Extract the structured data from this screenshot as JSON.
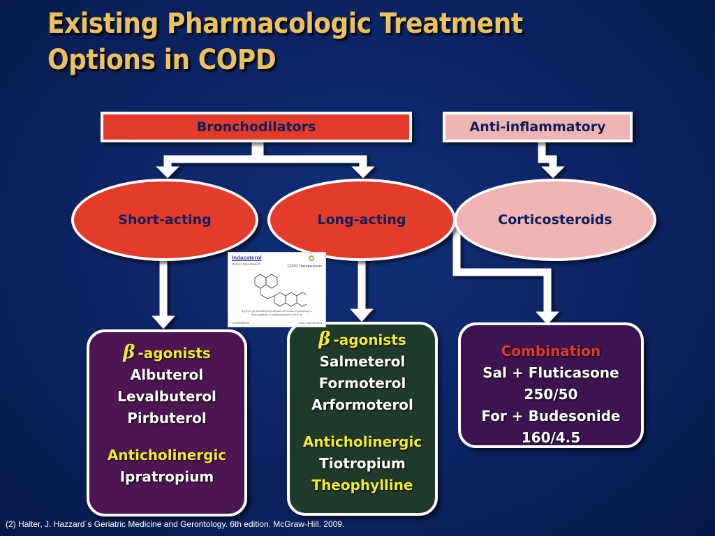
{
  "slide": {
    "title_line1": "Existing Pharmacologic Treatment",
    "title_line2": "Options in COPD",
    "footnote": "(2) Halter, J. Hazzard´s Geriatric Medicine and Gerontology. 6th edition. McGraw-Hill. 2009."
  },
  "categories": {
    "bronchodilators": "Bronchodilators",
    "anti_inflammatory": "Anti-inflammatory"
  },
  "nodes": {
    "short_acting": "Short-acting",
    "long_acting": "Long-acting",
    "corticosteroids": "Corticosteroids"
  },
  "short_acting_card": {
    "beta_symbol": "β",
    "beta_heading": "-agonists",
    "drugs": [
      "Albuterol",
      "Levalbuterol",
      "Pirbuterol"
    ],
    "anticholinergic_heading": "Anticholinergic",
    "anticholinergic_drug": "Ipratropium"
  },
  "long_acting_card": {
    "beta_symbol": "β",
    "beta_heading": "-agonists",
    "drugs": [
      "Salmeterol",
      "Formoterol",
      "Arformoterol"
    ],
    "anticholinergic_heading": "Anticholinergic",
    "anticholinergic_drug": "Tiotropium",
    "other_heading": "Theophylline"
  },
  "combination_card": {
    "heading": "Combination",
    "lines": [
      "Sal + Fluticasone",
      "250/50",
      "For + Budesonide",
      "160/4.5"
    ]
  },
  "indacaterol_thumbnail": {
    "name": "Indacaterol",
    "subtitle": "Onbrez Breezhaler®",
    "brand": "COPD-Therapeutikum",
    "description": "5-[(R)-2-[(5,6-Diethyl-2,3-dihydro-1H-inden-2-yl)amino]-1-hydroxyethyl]-8-hydroxyquinolin-2(1H)-on",
    "formula": "C24H28N2O3",
    "cas": "CAS: 312753-06-3"
  },
  "colors": {
    "background": "#0b2362",
    "title": "#ecc25e",
    "bronchodilator_red": "#e53b2b",
    "anti_inflammatory_pink": "#efb4b4",
    "short_card": "#4e1553",
    "long_card": "#1f3a2a",
    "combination_card": "#3c1450",
    "highlight_yellow": "#f2ea2a",
    "highlight_red": "#e63a2c"
  }
}
